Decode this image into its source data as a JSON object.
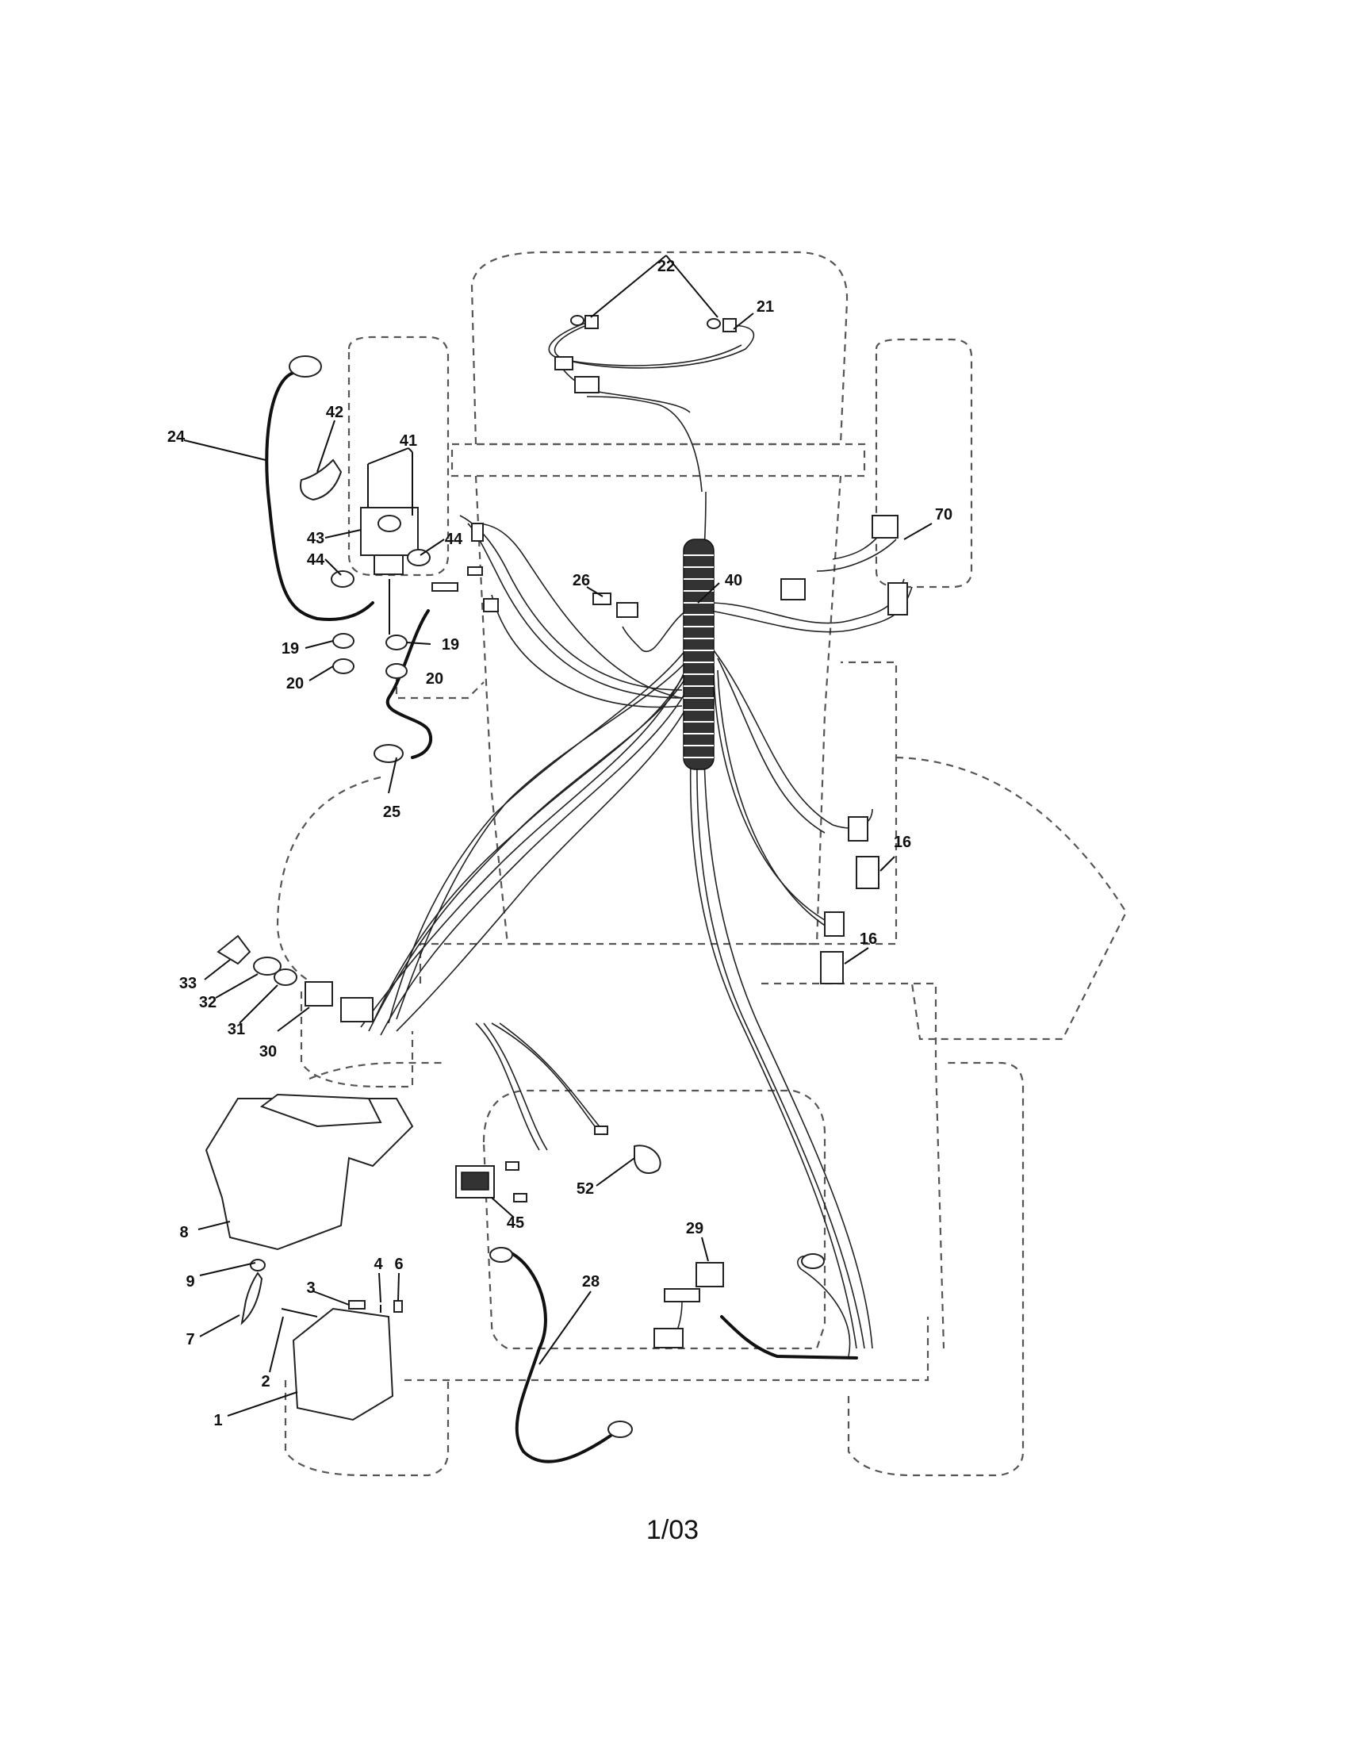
{
  "page_number": "1/03",
  "callouts": [
    "22",
    "21",
    "24",
    "42",
    "41",
    "43",
    "44",
    "44",
    "19",
    "19",
    "20",
    "20",
    "25",
    "26",
    "40",
    "70",
    "16",
    "16",
    "33",
    "32",
    "31",
    "30",
    "8",
    "9",
    "7",
    "2",
    "1",
    "3",
    "4",
    "6",
    "45",
    "52",
    "28",
    "29"
  ]
}
